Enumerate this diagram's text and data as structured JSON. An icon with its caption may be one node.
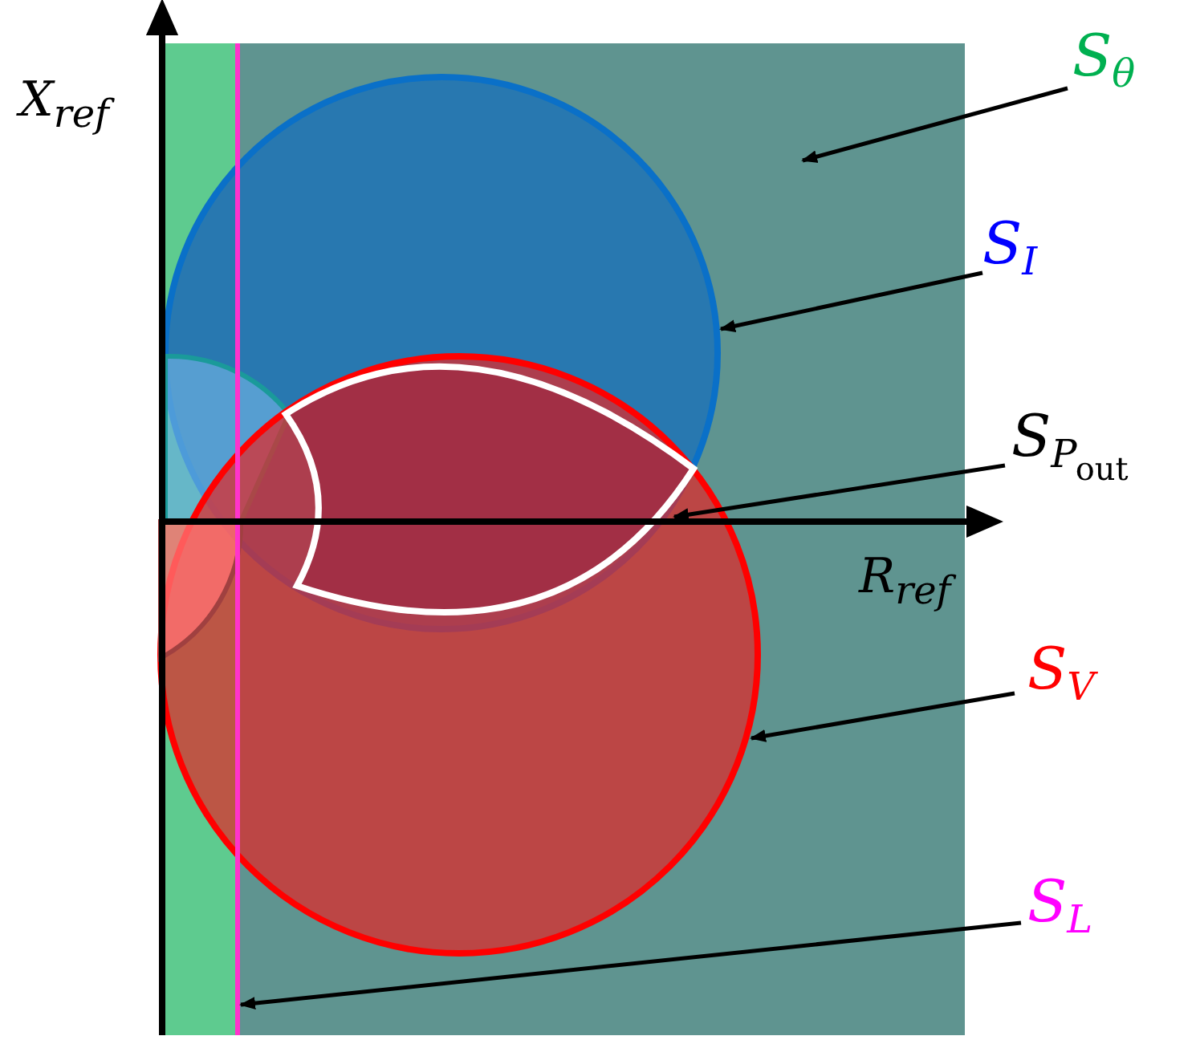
{
  "diagram": {
    "nodes": [
      {
        "text": [
          "S$_{θ}$"
        ]
      },
      {
        "text": [],
        "shape": "box"
      },
      {
        "text": [
          "S$_{I}$"
        ]
      },
      {
        "text": [],
        "shape": "circle"
      },
      {
        "text": [
          "S$_{P}$$_{out}$"
        ]
      },
      {
        "text": [],
        "shape": "lens"
      },
      {
        "text": [
          "S$_{V}$"
        ]
      },
      {
        "text": [],
        "shape": "circle"
      },
      {
        "text": [
          "S$_{L}$"
        ]
      },
      {
        "text": [],
        "shape": "line"
      }
    ],
    "edges": [
      {
        "from": 0,
        "to": 1,
        "arrow": "to"
      },
      {
        "from": 2,
        "to": 3,
        "arrow": "to"
      },
      {
        "from": 4,
        "to": 5,
        "arrow": "to"
      },
      {
        "from": 6,
        "to": 7,
        "arrow": "to"
      },
      {
        "from": 8,
        "to": 9,
        "arrow": "to"
      }
    ],
    "labels": [
      "X$_{ref}$",
      "R$_{ref}$"
    ]
  }
}
